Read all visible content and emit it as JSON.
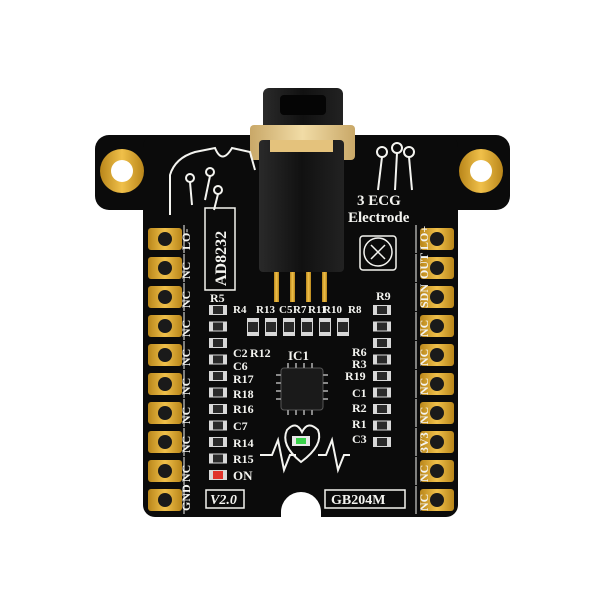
{
  "board": {
    "chip_name": "AD8232",
    "connector_label_line1": "3 ECG",
    "connector_label_line2": "Electrode",
    "version": "V2.0",
    "model": "GB204M",
    "ic_label": "IC1",
    "power_led_label": "ON",
    "colors": {
      "pcb": "#0b0b0b",
      "gold": "#d9a52a",
      "silkscreen": "#f4f4f0",
      "jack_body": "#111111",
      "jack_insert": "#e8c98a",
      "led": "#39d24a",
      "on_led": "#e0332b"
    },
    "left_pins": [
      "LO-",
      "NC",
      "NC",
      "NC",
      "NC",
      "NC",
      "NC",
      "NC",
      "NC",
      "GND"
    ],
    "right_pins": [
      "LO+",
      "OUT",
      "SDN",
      "NC",
      "NC",
      "NC",
      "NC",
      "3V3",
      "NC",
      "NC"
    ],
    "resistor_labels_top": [
      "R4",
      "R13",
      "C5",
      "R7",
      "R11",
      "R10",
      "R8"
    ],
    "component_labels_left": [
      "R5",
      "C2",
      "R12",
      "C6",
      "R17",
      "R18",
      "R16",
      "C7",
      "R14",
      "R15"
    ],
    "component_labels_right": [
      "R9",
      "R6",
      "R3",
      "R19",
      "C1",
      "R2",
      "R1",
      "C3"
    ]
  }
}
